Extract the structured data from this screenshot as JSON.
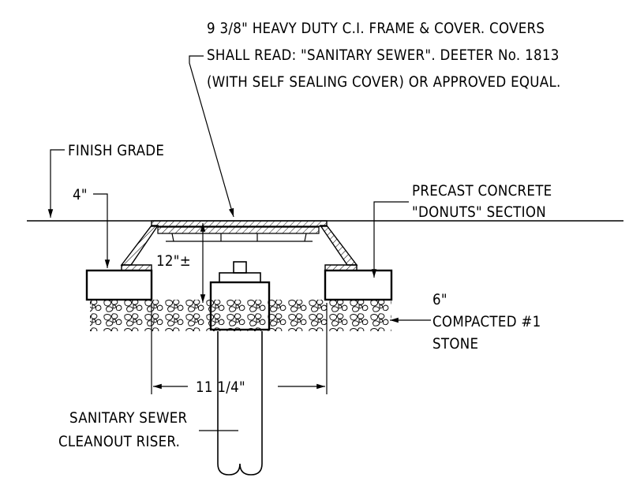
{
  "labels": {
    "frame_note_line1": "9 3/8\" HEAVY DUTY C.I. FRAME & COVER. COVERS",
    "frame_note_line2": "SHALL READ: \"SANITARY SEWER\". DEETER No. 1813",
    "frame_note_line3": "(WITH SELF SEALING COVER) OR APPROVED EQUAL.",
    "finish_grade": "FINISH GRADE",
    "four_inch": "4\"",
    "donut_line1": "PRECAST CONCRETE",
    "donut_line2": "\"DONUTS\" SECTION",
    "depth": "12\"±",
    "stone_line1": "6\"",
    "stone_line2": "COMPACTED #1",
    "stone_line3": "STONE",
    "width_dim": "11 1/4\"",
    "riser_line1": "SANITARY SEWER",
    "riser_line2": "CLEANOUT RISER."
  },
  "colors": {
    "line": "#000000",
    "background": "#ffffff"
  }
}
